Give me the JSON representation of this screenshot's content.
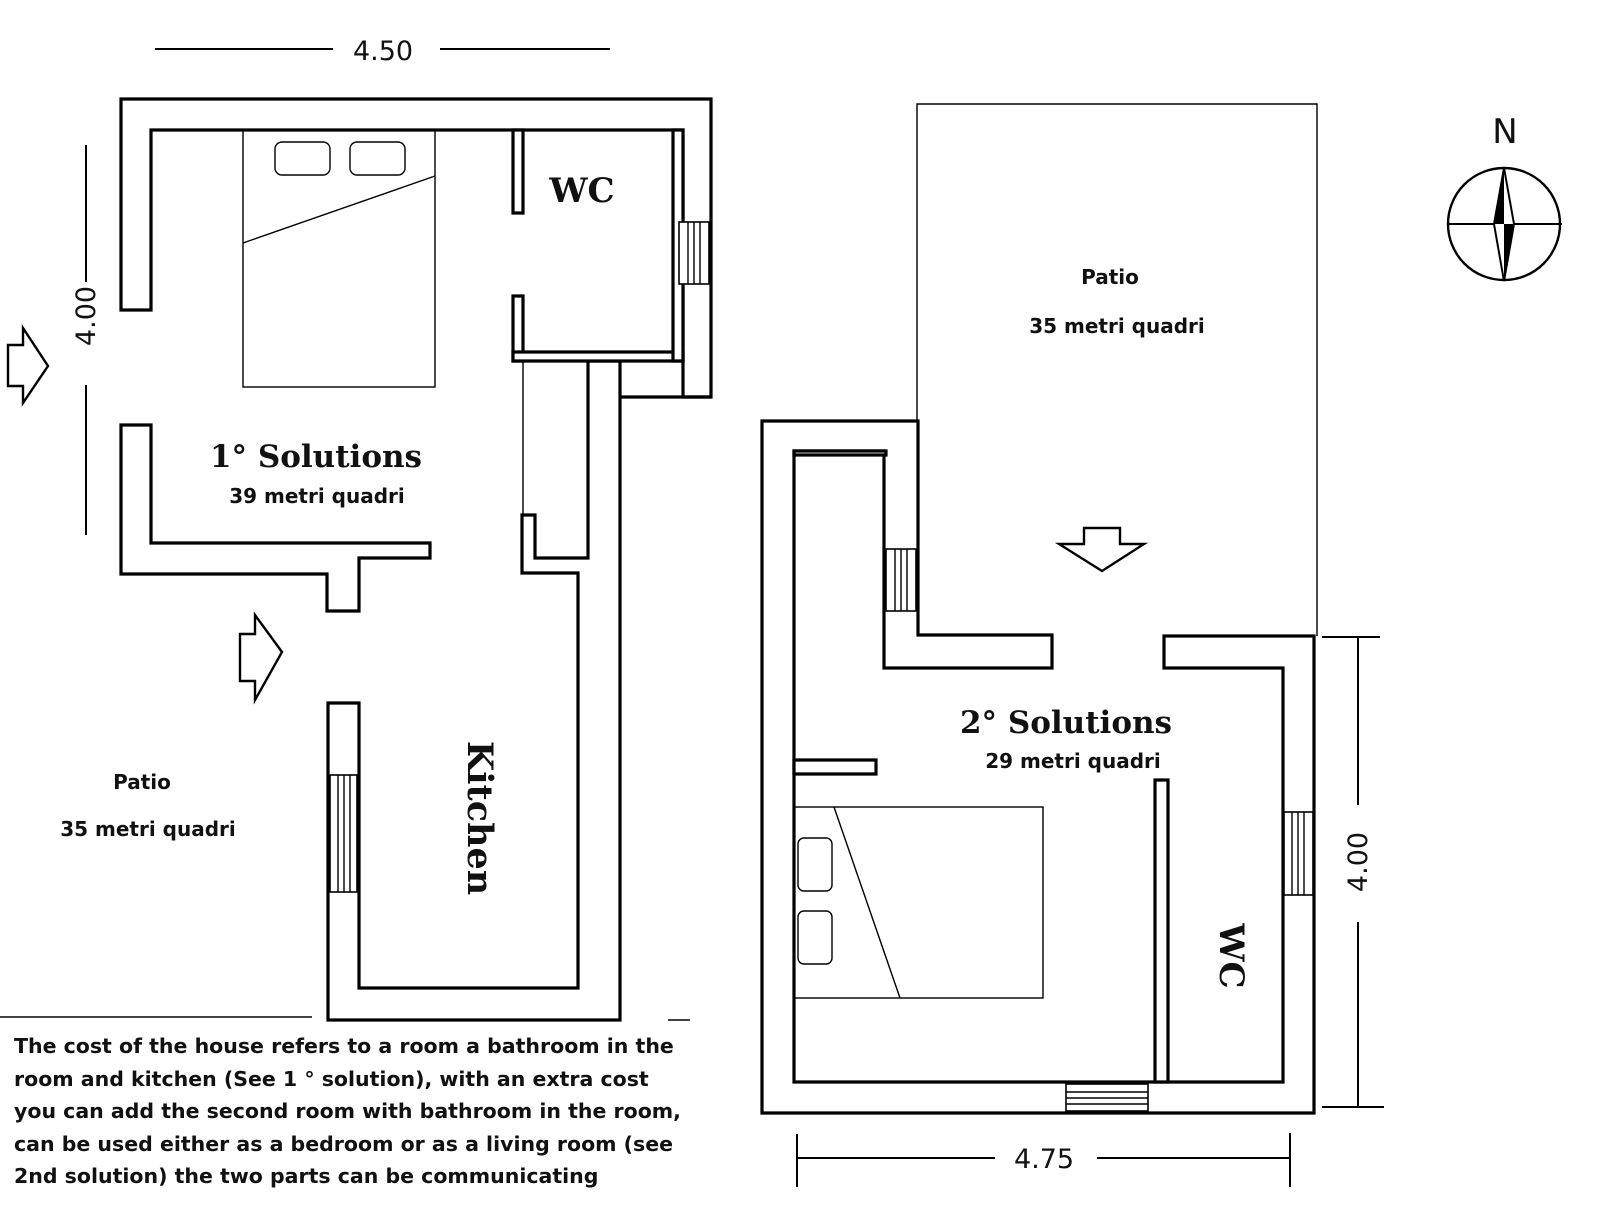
{
  "dimensions": {
    "top_width_left": "4.50",
    "left_height": "4.00",
    "right_height": "4.00",
    "bottom_width_right": "4.75"
  },
  "compass": {
    "north_label": "N"
  },
  "solution_1": {
    "title": "1° Solutions",
    "area": "39 metri quadri",
    "wc_label": "WC",
    "kitchen_label": "Kitchen"
  },
  "solution_2": {
    "title": "2° Solutions",
    "area": "29 metri quadri",
    "wc_label": "WC"
  },
  "patio_left": {
    "label": "Patio",
    "area": "35 metri quadri"
  },
  "patio_right": {
    "label": "Patio",
    "area": "35 metri quadri"
  },
  "description": "The cost of the house refers to a room a bathroom in the room and kitchen (See 1 ° solution), with an extra cost you can add the second room with bathroom in the room, can be used either as a bedroom or as a living room (see 2nd solution) the two parts can be communicating"
}
